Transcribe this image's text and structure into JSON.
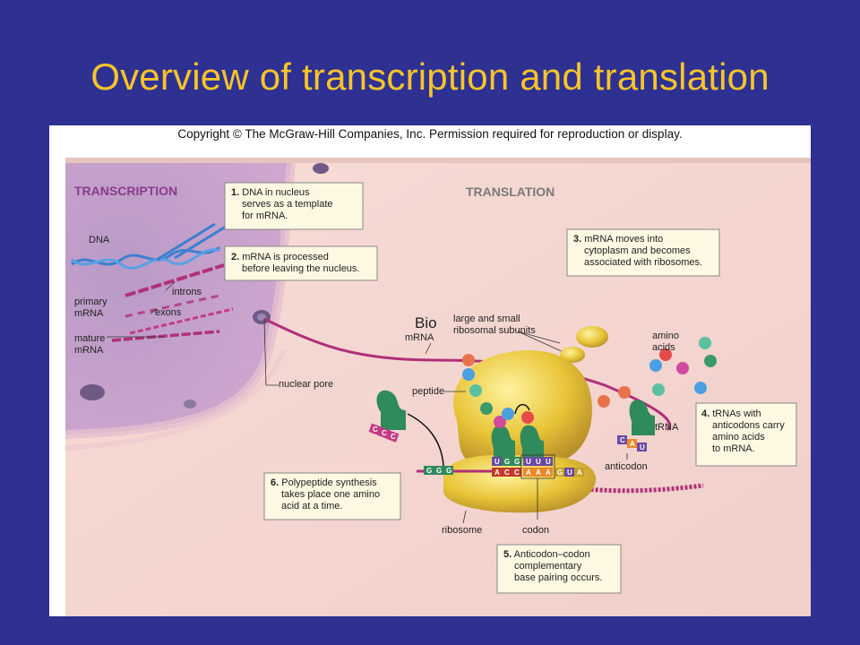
{
  "title": "Overview of transcription and translation",
  "copyright": "Copyright © The McGraw-Hill Companies, Inc. Permission required for reproduction or display.",
  "headings": {
    "transcription": "TRANSCRIPTION",
    "translation": "TRANSLATION"
  },
  "steps": {
    "s1": {
      "num": "1.",
      "lines": [
        "DNA in nucleus",
        "serves as a template",
        "for mRNA."
      ]
    },
    "s2": {
      "num": "2.",
      "lines": [
        "mRNA is processed",
        "before leaving the nucleus."
      ]
    },
    "s3": {
      "num": "3.",
      "lines": [
        "mRNA moves into",
        "cytoplasm and becomes",
        "associated with ribosomes."
      ]
    },
    "s4": {
      "num": "4.",
      "lines": [
        "tRNAs with",
        "anticodons carry",
        "amino acids",
        "to mRNA."
      ]
    },
    "s5": {
      "num": "5.",
      "lines": [
        "Anticodon–codon",
        "complementary",
        "base pairing occurs."
      ]
    },
    "s6": {
      "num": "6.",
      "lines": [
        "Polypeptide synthesis",
        "takes place one amino",
        "acid at a time."
      ]
    }
  },
  "labels": {
    "dna": "DNA",
    "introns": "introns",
    "primary_mrna": [
      "primary",
      "mRNA"
    ],
    "exons": "exons",
    "mature_mrna": [
      "mature",
      "mRNA"
    ],
    "nuclear_pore": "nuclear pore",
    "bio": "Bio",
    "subunits": [
      "large and small",
      "ribosomal subunits"
    ],
    "mrna": "mRNA",
    "peptide": "peptide",
    "amino_acids": [
      "amino",
      "acids"
    ],
    "trna": "tRNA",
    "anticodon": "anticodon",
    "ribosome": "ribosome",
    "codon": "codon"
  },
  "bases": {
    "top": [
      "U",
      "G",
      "G",
      "U",
      "U",
      "U"
    ],
    "bottom": [
      "A",
      "C",
      "C",
      "A",
      "A",
      "A",
      "G",
      "U",
      "A"
    ],
    "free_trna_left": [
      "C",
      "C",
      "C"
    ],
    "free_trna_right": [
      "C",
      "A",
      "U"
    ],
    "exiting": [
      "G",
      "G",
      "G"
    ]
  },
  "colors": {
    "title": "#f7c42a",
    "background": "#2e3192",
    "transcription_heading": "#8b3a8f",
    "translation_heading": "#7a7a7a",
    "mrna": "#b0307a",
    "dna": "#3c7fd0",
    "ribosome": "#e8c437",
    "trna": "#2f8a5c"
  }
}
